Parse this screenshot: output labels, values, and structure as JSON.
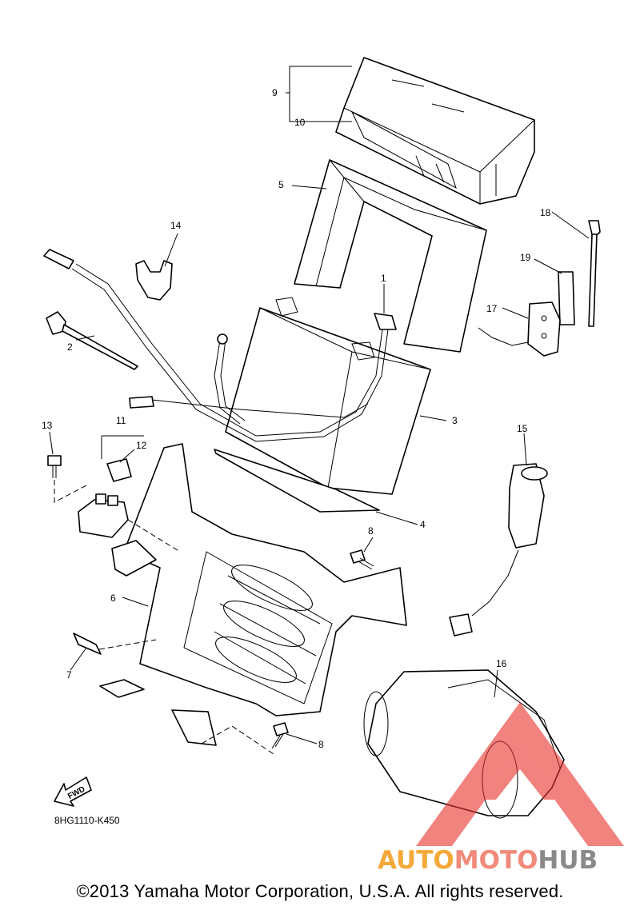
{
  "diagram": {
    "part_code": "8HG1110-K450",
    "fwd_label": "FWD",
    "callouts": [
      "1",
      "2",
      "3",
      "4",
      "5",
      "6",
      "7",
      "8",
      "8",
      "9",
      "10",
      "11",
      "12",
      "13",
      "14",
      "15",
      "16",
      "17",
      "18",
      "19"
    ]
  },
  "watermark": {
    "part1": "AUTO",
    "part2": "MOTO",
    "part3": "HUB",
    "color_auto": "#f5a93a",
    "color_moto": "#f08a7a",
    "color_hub": "#8a8a8a",
    "logo_color": "#e8302a"
  },
  "footer": {
    "copyright": "©2013 Yamaha Motor Corporation, U.S.A. All rights reserved."
  }
}
